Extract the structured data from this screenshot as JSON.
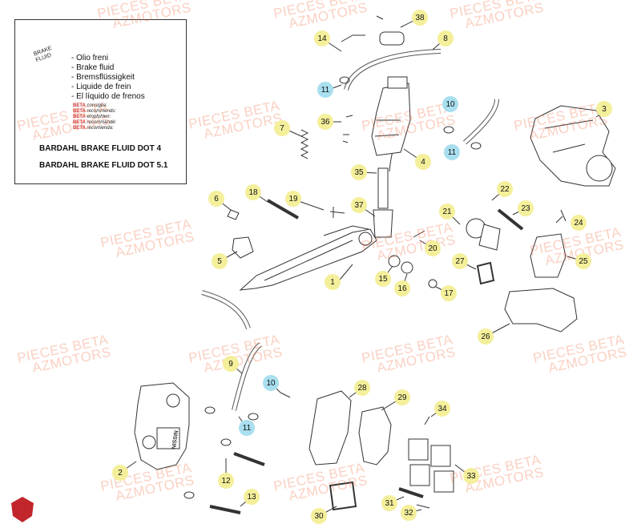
{
  "legend": {
    "can_label": [
      "BRAKE",
      "FLUID"
    ],
    "fluid_names": [
      "- Olio freni",
      "- Brake fluid",
      "- Bremsflüssigkeit",
      "- Liquide de frein",
      "- El líquido de frenos"
    ],
    "recommendations": [
      {
        "brand": "BETA",
        "text": " consiglia:"
      },
      {
        "brand": "BETA",
        "text": " recommends:"
      },
      {
        "brand": "BETA",
        "text": " empfohlen:"
      },
      {
        "brand": "BETA",
        "text": " recommandé:"
      },
      {
        "brand": "BETA",
        "text": " recomienda:"
      }
    ],
    "fluid_dot4": "BARDAHL BRAKE FLUID DOT 4",
    "fluid_dot51": "BARDAHL BRAKE FLUID DOT 5.1"
  },
  "watermark": {
    "line1": "PIECES BETA",
    "line2": "AZMOTORS"
  },
  "callouts": [
    {
      "label": "1",
      "style": "yellow"
    },
    {
      "label": "2",
      "style": "yellow"
    },
    {
      "label": "3",
      "style": "yellow"
    },
    {
      "label": "4",
      "style": "yellow"
    },
    {
      "label": "5",
      "style": "yellow"
    },
    {
      "label": "6",
      "style": "yellow"
    },
    {
      "label": "7",
      "style": "yellow"
    },
    {
      "label": "8",
      "style": "yellow"
    },
    {
      "label": "9",
      "style": "yellow"
    },
    {
      "label": "10",
      "style": "blue"
    },
    {
      "label": "10",
      "style": "blue"
    },
    {
      "label": "11",
      "style": "blue"
    },
    {
      "label": "11",
      "style": "blue"
    },
    {
      "label": "11",
      "style": "blue"
    },
    {
      "label": "12",
      "style": "yellow"
    },
    {
      "label": "13",
      "style": "yellow"
    },
    {
      "label": "14",
      "style": "yellow"
    },
    {
      "label": "15",
      "style": "yellow"
    },
    {
      "label": "16",
      "style": "yellow"
    },
    {
      "label": "17",
      "style": "yellow"
    },
    {
      "label": "18",
      "style": "yellow"
    },
    {
      "label": "19",
      "style": "yellow"
    },
    {
      "label": "20",
      "style": "yellow"
    },
    {
      "label": "21",
      "style": "yellow"
    },
    {
      "label": "22",
      "style": "yellow"
    },
    {
      "label": "23",
      "style": "yellow"
    },
    {
      "label": "24",
      "style": "yellow"
    },
    {
      "label": "25",
      "style": "yellow"
    },
    {
      "label": "26",
      "style": "yellow"
    },
    {
      "label": "27",
      "style": "yellow"
    },
    {
      "label": "28",
      "style": "yellow"
    },
    {
      "label": "29",
      "style": "yellow"
    },
    {
      "label": "30",
      "style": "yellow"
    },
    {
      "label": "31",
      "style": "yellow"
    },
    {
      "label": "32",
      "style": "yellow"
    },
    {
      "label": "33",
      "style": "yellow"
    },
    {
      "label": "34",
      "style": "yellow"
    },
    {
      "label": "35",
      "style": "yellow"
    },
    {
      "label": "36",
      "style": "yellow"
    },
    {
      "label": "37",
      "style": "yellow"
    },
    {
      "label": "38",
      "style": "yellow"
    }
  ],
  "caliper_brand": "NISSIN",
  "colors": {
    "callout_yellow": "#f4ef9a",
    "callout_blue": "#a9dfef",
    "watermark": "#f0a080",
    "logo": "#c0262c"
  }
}
